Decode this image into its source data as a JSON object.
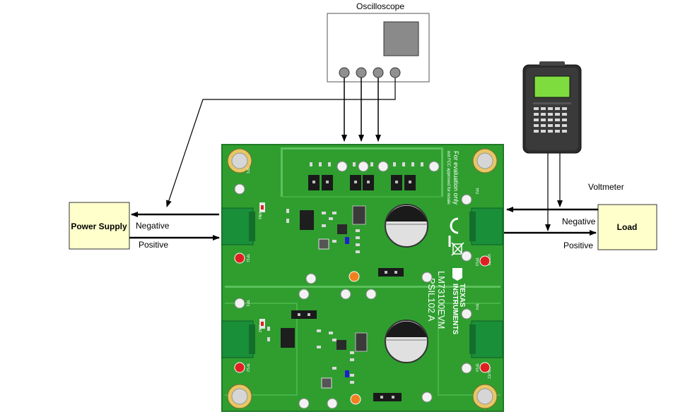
{
  "title": "",
  "instruments": {
    "oscilloscope": "Oscilloscope",
    "voltmeter": "Voltmeter"
  },
  "supply": {
    "label": "Power Supply",
    "negative": "Negative",
    "positive": "Positive"
  },
  "load": {
    "label": "Load",
    "negative": "Negative",
    "positive": "Positive"
  },
  "board": {
    "notice_line1": "For evaluation only",
    "notice_line2": "not FCC approved for resale",
    "model": "LM73100EVM",
    "rev": "PSIL102 A",
    "brand_line1": "TEXAS",
    "brand_line2": "INSTRUMENTS",
    "ce_mark": "CE",
    "conn_vin1": "VIN1",
    "conn_vin2": "VIN2",
    "conn_vout1": "VOUT1",
    "conn_vout2": "VOUT2",
    "tp_top": [
      "TP1",
      "TP2",
      "TP3",
      "TP4"
    ],
    "tp_bottom": [
      "TP11",
      "TP12",
      "TP13",
      "TP14"
    ]
  },
  "colors": {
    "pcb": "#2f9e2f",
    "pcb_dark": "#1f7a26",
    "connector": "#1a8f3a",
    "box_fill": "#ffffcc",
    "arrow": "#000000",
    "scope_screen": "#8a8a8a",
    "meter_body": "#2c2c2c",
    "meter_screen": "#7fdc3f",
    "led_red": "#e02020",
    "led_orange": "#f08020"
  }
}
